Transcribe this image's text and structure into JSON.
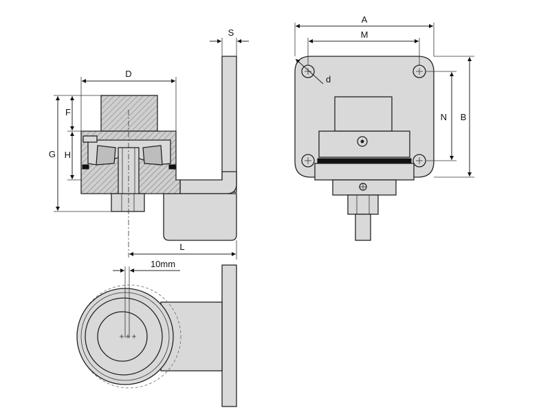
{
  "dimensions": {
    "A": "A",
    "M": "M",
    "B": "B",
    "N": "N",
    "d": "d",
    "S": "S",
    "D": "D",
    "F": "F",
    "G": "G",
    "H": "H",
    "L": "L",
    "offset": "10mm"
  },
  "colors": {
    "part_fill": "#d9d9d9",
    "part_dark": "#bdbdbd",
    "line": "#222222",
    "background": "#ffffff"
  }
}
